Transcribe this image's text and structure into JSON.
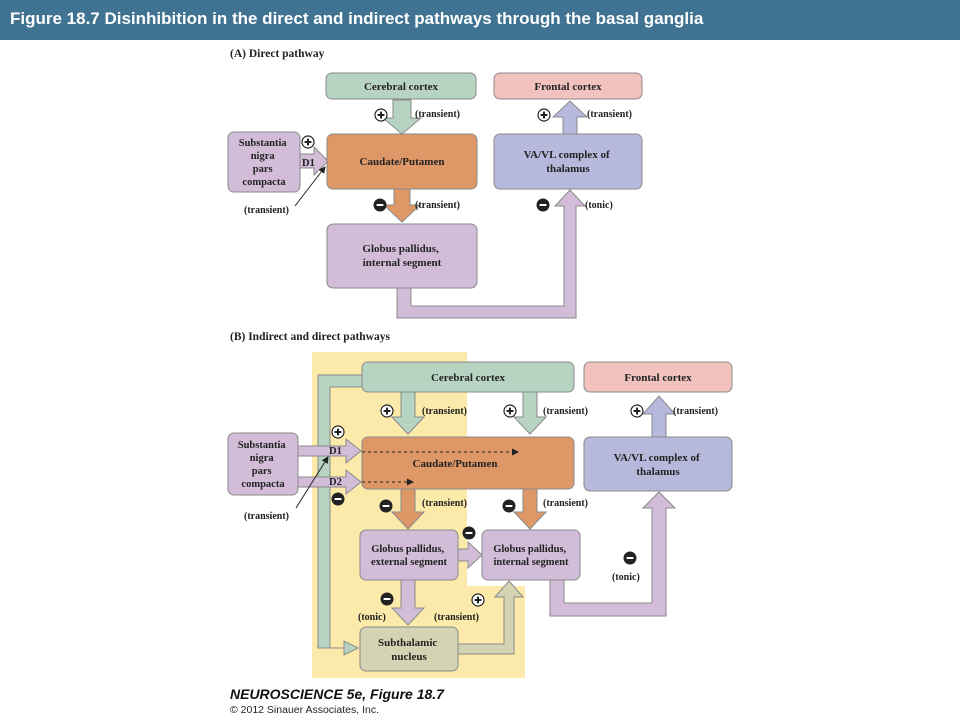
{
  "header": {
    "title": "Figure 18.7  Disinhibition in the direct and indirect pathways through the basal ganglia"
  },
  "colors": {
    "header_bg": "#3f7391",
    "cortex": "#b7d4c3",
    "frontal": "#f1c2be",
    "thalamus": "#b6b9dc",
    "striatum": "#de9868",
    "pallidus": "#d2bcd8",
    "subthalamic": "#d4d4b4",
    "highlight": "#fbeaaa"
  },
  "panel_a": {
    "label": "(A)  Direct pathway",
    "boxes": {
      "cerebral_cortex": "Cerebral cortex",
      "frontal_cortex": "Frontal cortex",
      "substantia_nigra": [
        "Substantia",
        "nigra",
        "pars",
        "compacta"
      ],
      "caudate_putamen": "Caudate/Putamen",
      "thalamus": [
        "VA/VL complex of",
        "thalamus"
      ],
      "globus_pallidus_internal": [
        "Globus pallidus,",
        "internal segment"
      ]
    },
    "labels": {
      "d1": "D1",
      "cortex_to_caudate": "(transient)",
      "thalamus_to_frontal": "(transient)",
      "nigra": "(transient)",
      "caudate_to_gp": "(transient)",
      "gp_to_thalamus": "(tonic)"
    }
  },
  "panel_b": {
    "label": "(B)  Indirect and direct pathways",
    "boxes": {
      "cerebral_cortex": "Cerebral cortex",
      "frontal_cortex": "Frontal cortex",
      "substantia_nigra": [
        "Substantia",
        "nigra",
        "pars",
        "compacta"
      ],
      "caudate_putamen": "Caudate/Putamen",
      "thalamus": [
        "VA/VL complex of",
        "thalamus"
      ],
      "globus_pallidus_external": [
        "Globus pallidus,",
        "external segment"
      ],
      "globus_pallidus_internal": [
        "Globus pallidus,",
        "internal segment"
      ],
      "subthalamic_nucleus": [
        "Subthalamic",
        "nucleus"
      ]
    },
    "labels": {
      "d1": "D1",
      "d2": "D2",
      "cortex_to_caudate_left": "(transient)",
      "cortex_to_caudate_right": "(transient)",
      "thalamus_to_frontal": "(transient)",
      "nigra": "(transient)",
      "caudate_to_gpe": "(transient)",
      "caudate_to_gpi": "(transient)",
      "gpe_to_stn": "(tonic)",
      "stn_to_gpi": "(transient)",
      "gpi_to_thalamus": "(tonic)"
    }
  },
  "footer": {
    "book": "NEUROSCIENCE 5e, Figure 18.7",
    "copyright": "© 2012 Sinauer Associates, Inc."
  }
}
